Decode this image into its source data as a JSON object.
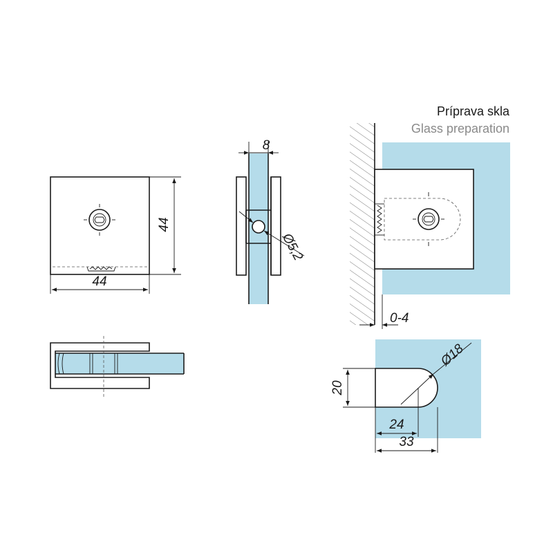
{
  "title": {
    "main": "Príprava skla",
    "sub": "Glass preparation"
  },
  "dimensions": {
    "front_height": "44",
    "front_width": "44",
    "side_thickness": "8",
    "side_hole": "Ø5,2",
    "wall_gap": "0-4",
    "hole_diameter": "Ø18",
    "cutout_height": "20",
    "cutout_depth_24": "24",
    "cutout_depth_33": "33"
  },
  "colors": {
    "glass": "#b5dcea",
    "line": "#1a1a1a",
    "subtitle": "#8a8a8a"
  }
}
